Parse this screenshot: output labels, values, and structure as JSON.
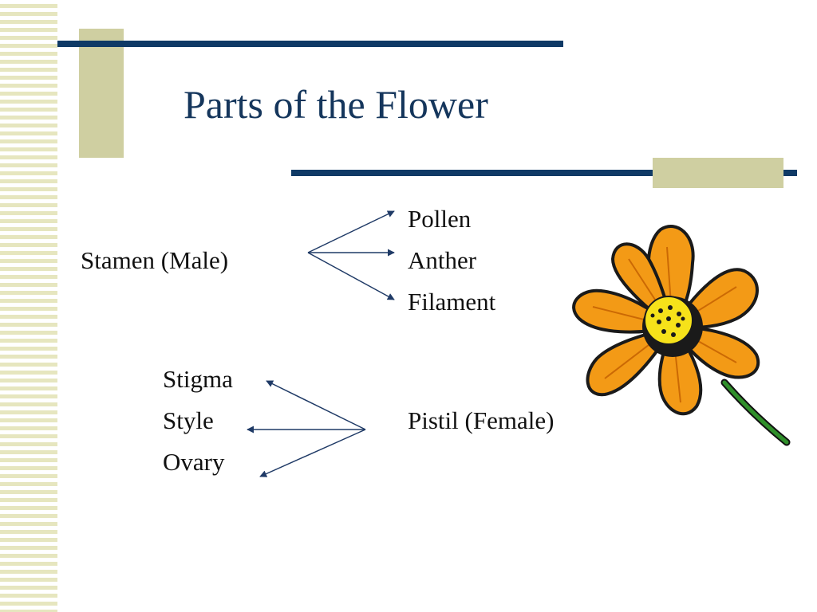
{
  "slide": {
    "title": "Parts of the Flower",
    "stamen": {
      "label": "Stamen (Male)",
      "parts": [
        "Pollen",
        "Anther",
        "Filament"
      ]
    },
    "pistil": {
      "label": "Pistil (Female)",
      "parts": [
        "Stigma",
        "Style",
        "Ovary"
      ]
    }
  },
  "colors": {
    "title": "#15365c",
    "accent_bar": "#0f3a66",
    "tan_block": "#cfcfa1",
    "stripe": "#e6e6bf",
    "arrow": "#1f3a66"
  },
  "image": {
    "icon": "orange-flower-clipart"
  }
}
